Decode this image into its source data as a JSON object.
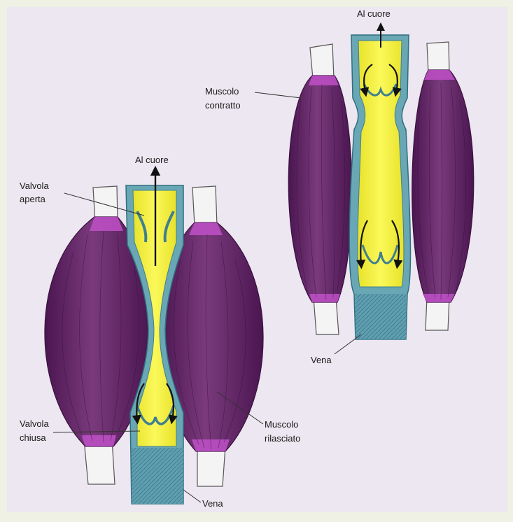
{
  "labels": {
    "top_right": {
      "to_heart": "Al cuore",
      "muscle_line1": "Muscolo",
      "muscle_line2": "contratto",
      "vein": "Vena"
    },
    "bottom_left": {
      "to_heart": "Al cuore",
      "valve_open_line1": "Valvola",
      "valve_open_line2": "aperta",
      "valve_closed_line1": "Valvola",
      "valve_closed_line2": "chiusa",
      "muscle_line1": "Muscolo",
      "muscle_line2": "rilasciato",
      "vein": "Vena"
    }
  },
  "colors": {
    "page_border": "#eef1e4",
    "paper": "#ece7f0",
    "muscle": "#6a2a6c",
    "muscle_dark": "#4a1650",
    "muscle_tip": "#c050c8",
    "tendon": "#f4f4f4",
    "vein_wall": "#6aa7b4",
    "vein_wall_dark": "#3f7f90",
    "blood": "#f2ef3a",
    "blood_light": "#fbfa9a",
    "arrow": "#111111"
  }
}
